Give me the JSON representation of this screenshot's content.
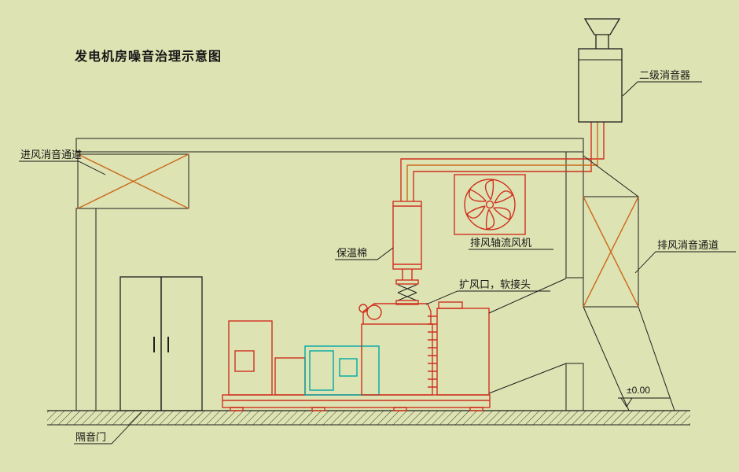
{
  "title": "发电机房噪音治理示意图",
  "colors": {
    "background": "#dde3b2",
    "line": "#1f1f1f",
    "equipment_red": "#d03020",
    "pipe_orange": "#cc6a1e",
    "detail_cyan": "#00a8a8"
  },
  "labels": {
    "intake_silencer_duct": "进风消音通道",
    "secondary_muffler": "二级消音器",
    "insulation_wool": "保温棉",
    "exhaust_axial_fan": "排风轴流风机",
    "diffuser_soft_joint": "扩风口，软接头",
    "exhaust_silencer_duct": "排风消音通道",
    "soundproof_door": "隔音门",
    "ground_elevation": "±0.00"
  }
}
